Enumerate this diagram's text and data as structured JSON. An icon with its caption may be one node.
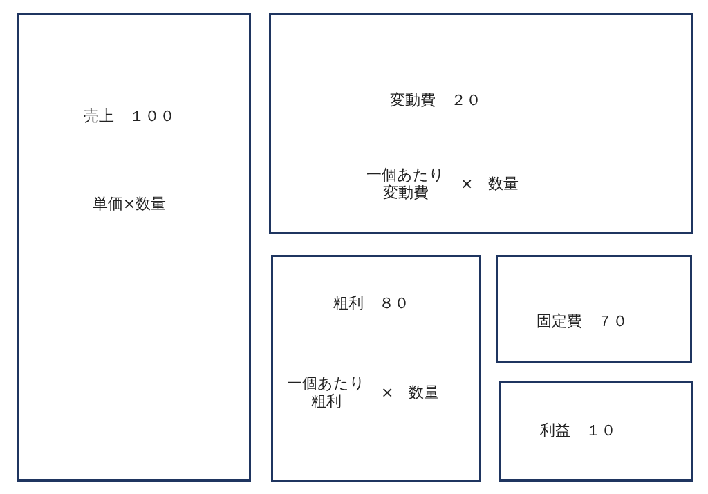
{
  "diagram": {
    "nodes": [
      {
        "text": [
          "売上　１００",
          "単価×数量"
        ]
      },
      {
        "text": [
          "変動費　２０",
          "一個あたり変動費",
          "×",
          "数量"
        ]
      },
      {
        "text": [
          "粗利　８０",
          "一個あたり粗利",
          "×",
          "数量"
        ]
      },
      {
        "text": [
          "固定費　７０"
        ]
      },
      {
        "text": [
          "利益　１０"
        ]
      }
    ]
  }
}
